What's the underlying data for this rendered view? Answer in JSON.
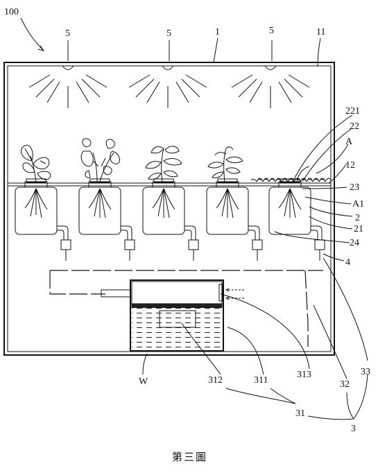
{
  "figure": {
    "caption": "第三圖",
    "labels": {
      "system": "100",
      "lamp": "5",
      "housing": "1",
      "chamber": "11",
      "shelf": "12",
      "detail_a": "A",
      "detail_a1": "A1",
      "l221": "221",
      "l22": "22",
      "l23": "23",
      "l2": "2",
      "l21": "21",
      "l24": "24",
      "l4": "4",
      "l33": "33",
      "l32": "32",
      "l3": "3",
      "l31": "31",
      "l311": "311",
      "l312": "312",
      "l313": "313",
      "water": "W"
    },
    "plants": [
      "leafy-plant",
      "strawberry-plant",
      "vine-plant",
      "sprout-plant",
      "seedlings"
    ]
  }
}
